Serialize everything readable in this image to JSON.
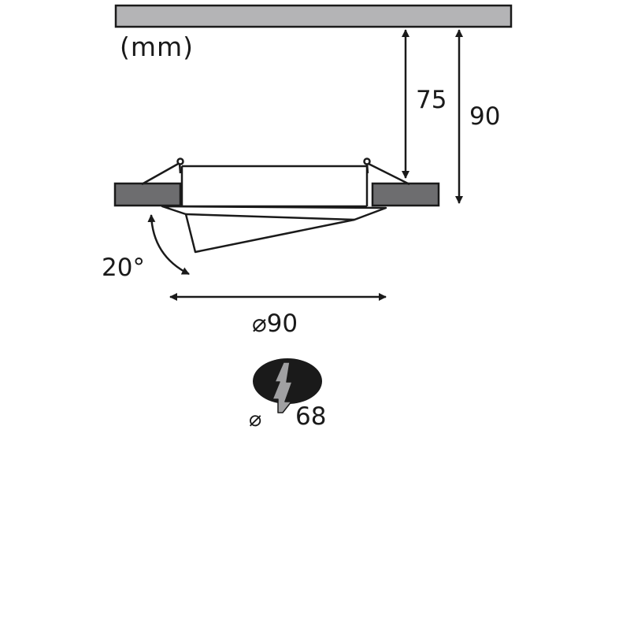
{
  "units": "(mm)",
  "dimensions": {
    "depth_inner": "75",
    "depth_total": "90",
    "tilt_angle": "20°",
    "outer_diameter": "⌀90",
    "cutout_diameter_symbol": "⌀",
    "cutout_diameter_value": "68"
  },
  "colors": {
    "ceiling_fill": "#b4b4b6",
    "ceiling_board_fill": "#6d6d6f",
    "outline": "#1a1a1a",
    "cutout_fill": "#1a1a1a",
    "bolt_fill": "#a0a0a2"
  },
  "icons": {
    "cutout_hole": "cutout-hole-icon",
    "lightning_bolt": "lightning-bolt-icon"
  }
}
